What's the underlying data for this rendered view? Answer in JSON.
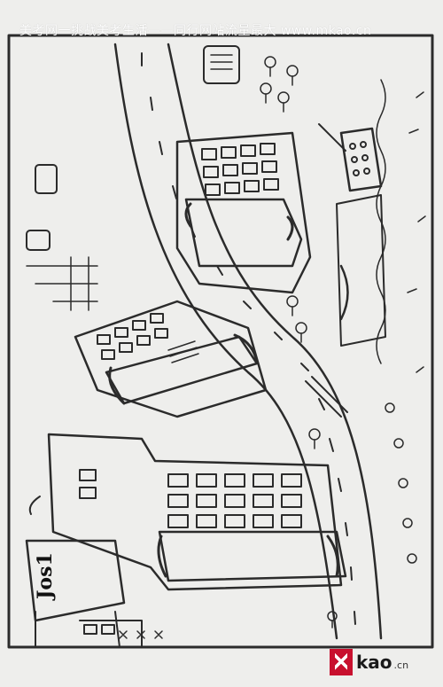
{
  "watermark": {
    "top_text": "美考网一挑战美考生活——同行网站流量最大  www.mkao.cn"
  },
  "logo": {
    "brand_text": "kao",
    "domain_suffix": ".cn",
    "accent_color": "#c8102e"
  },
  "signature": {
    "text": "Jos1"
  }
}
